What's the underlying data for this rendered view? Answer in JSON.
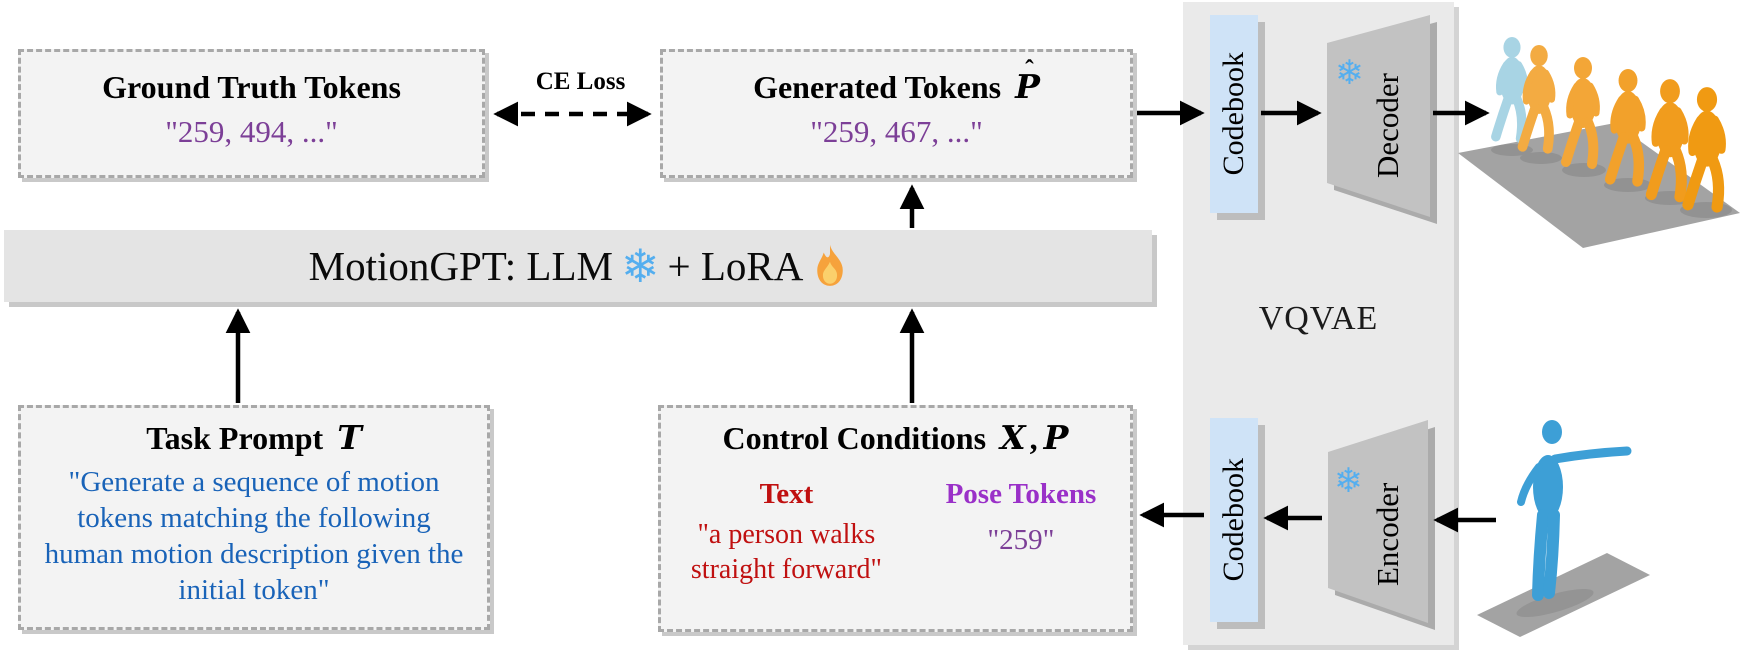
{
  "ground_truth_box": {
    "title": "Ground Truth Tokens",
    "tokens": "\"259, 494, ...\""
  },
  "ce_loss_label": "CE Loss",
  "generated_box": {
    "title": "Generated Tokens",
    "symbol_hat": "ˆ",
    "symbol": "P",
    "tokens": "\"259, 467, ...\""
  },
  "motiongpt_bar": {
    "text_before": "MotionGPT: LLM",
    "text_after": "+ LoRA"
  },
  "task_prompt_box": {
    "title": "Task Prompt",
    "symbol": "T",
    "lines": [
      "\"Generate a sequence of motion",
      "tokens matching the following",
      "human motion description given the",
      "initial token\""
    ]
  },
  "control_box": {
    "title": "Control Conditions",
    "symbol_x": "X",
    "comma": ",",
    "symbol_p": "P",
    "text_label": "Text",
    "text_line1": "\"a person walks",
    "text_line2": "straight forward\"",
    "pose_label": "Pose Tokens",
    "pose_tokens": "\"259\""
  },
  "vqvae_panel": {
    "label": "VQVAE",
    "codebook_top_label": "Codebook",
    "codebook_bottom_label": "Codebook",
    "decoder_label": "Decoder",
    "encoder_label": "Encoder"
  },
  "icons": {
    "snowflake_glyph": "❄"
  },
  "colors": {
    "token_purple": "#7c3f97",
    "prompt_blue": "#1963b8",
    "condition_red": "#c01010",
    "pose_purple": "#9a30c8",
    "codebook_blue": "#cfe3f7",
    "panel_gray": "#eaeaea",
    "trapezoid_gray": "#c2c2c2",
    "figure_blue": "#3d9fd6",
    "figure_lightblue": "#a8d4e4",
    "figure_orange": "#f2a135"
  }
}
